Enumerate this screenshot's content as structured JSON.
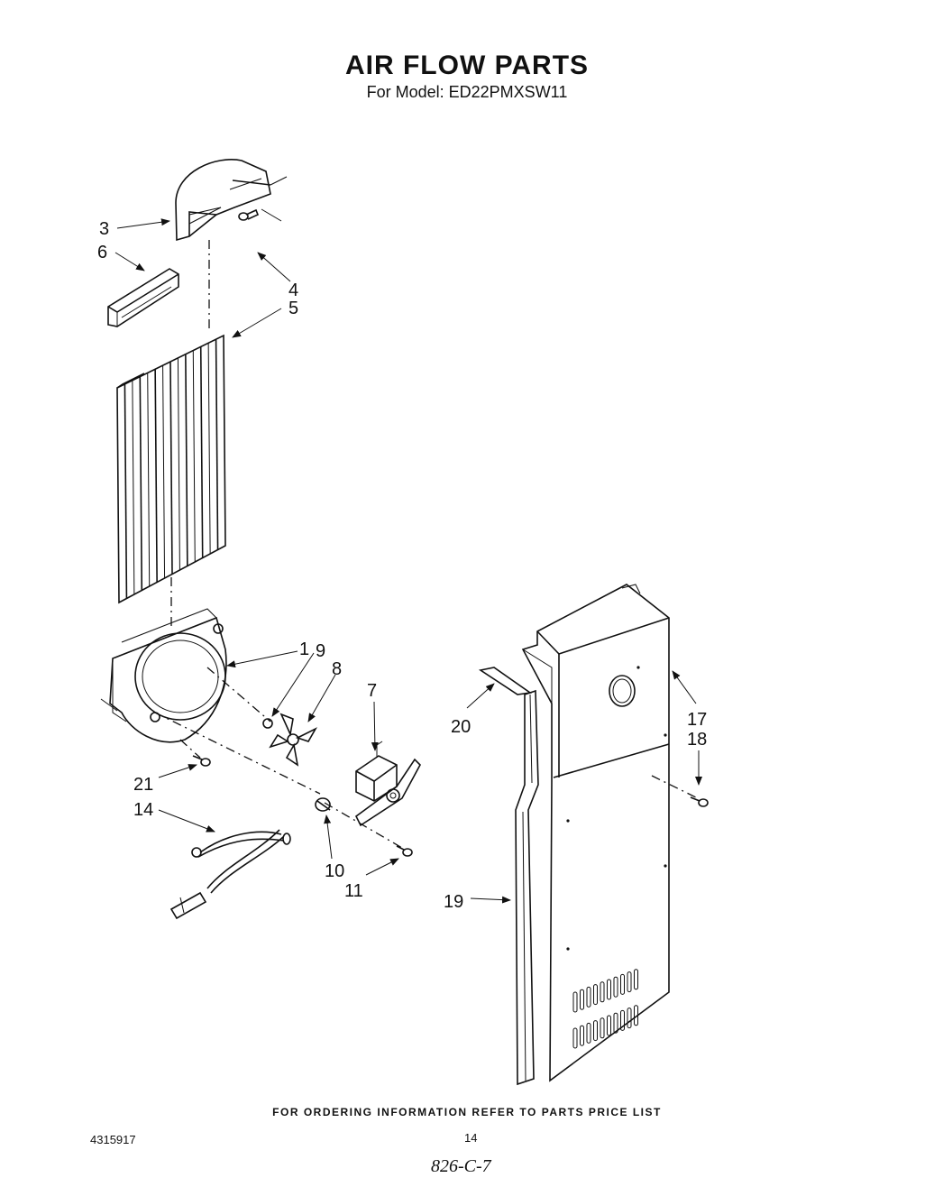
{
  "page": {
    "title": "AIR FLOW PARTS",
    "subtitle": "For Model: ED22PMXSW11",
    "footer_note": "FOR ORDERING INFORMATION REFER TO PARTS PRICE LIST",
    "doc_number": "4315917",
    "page_number": "14",
    "handwritten_note": "826-C-7"
  },
  "callouts": {
    "c1": "1",
    "c3": "3",
    "c4": "4",
    "c5": "5",
    "c6": "6",
    "c7": "7",
    "c8": "8",
    "c9": "9",
    "c10": "10",
    "c11": "11",
    "c14": "14",
    "c17": "17",
    "c18": "18",
    "c19": "19",
    "c20": "20",
    "c21": "21"
  }
}
